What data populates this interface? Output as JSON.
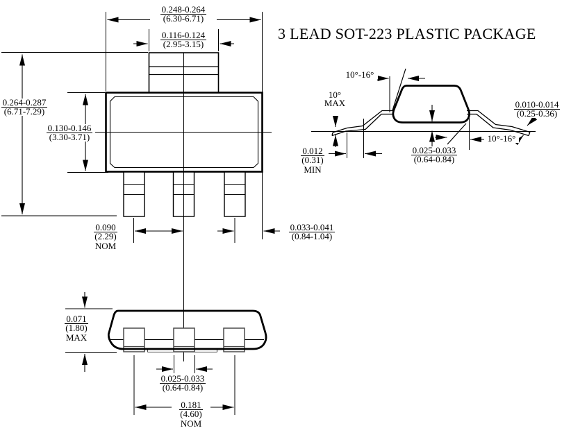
{
  "title": "3 LEAD SOT-223 PLASTIC PACKAGE",
  "colors": {
    "line": "#000000",
    "background": "#ffffff",
    "lead_detail": "#4a4a4a"
  },
  "front": {
    "body_width": {
      "in": "0.248-0.264",
      "mm": "(6.30-6.71)"
    },
    "tab_width": {
      "in": "0.116-0.124",
      "mm": "(2.95-3.15)"
    },
    "overall_height": {
      "in": "0.264-0.287",
      "mm": "(6.71-7.29)"
    },
    "body_height": {
      "in": "0.130-0.146",
      "mm": "(3.30-3.71)"
    },
    "lead_pitch": {
      "in": "0.090",
      "mm": "(2.29)",
      "qual": "NOM"
    },
    "lead_to_edge": {
      "in": "0.033-0.041",
      "mm": "(0.84-1.04)"
    }
  },
  "side": {
    "top_angle": "10°-16°",
    "foot_angle": {
      "deg": "10°",
      "qual": "MAX"
    },
    "foot_flat": {
      "in": "0.012",
      "mm": "(0.31)",
      "qual": "MIN"
    },
    "foot_length": {
      "in": "0.025-0.033",
      "mm": "(0.64-0.84)"
    },
    "lead_thickness": {
      "in": "0.010-0.014",
      "mm": "(0.25-0.36)"
    },
    "tip_angle": "10°-16°"
  },
  "end": {
    "height": {
      "in": "0.071",
      "mm": "(1.80)",
      "qual": "MAX"
    },
    "lead_width": {
      "in": "0.025-0.033",
      "mm": "(0.64-0.84)"
    },
    "lead_span": {
      "in": "0.181",
      "mm": "(4.60)",
      "qual": "NOM"
    }
  }
}
